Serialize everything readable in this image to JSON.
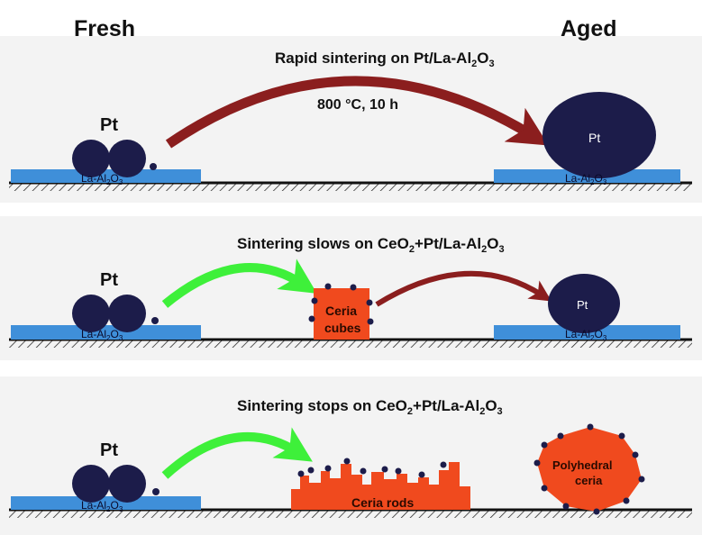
{
  "headers": {
    "fresh": "Fresh",
    "aged": "Aged"
  },
  "rows": [
    {
      "title_main": "Rapid sintering on Pt/La-Al",
      "title_sub": "2",
      "title_o": "O",
      "title_sub2": "3",
      "condition": "800 °C, 10 h",
      "pt_label": "Pt",
      "support_main": "La-Al",
      "support_sub": "2",
      "support_o": "O",
      "support_sub2": "3",
      "aged_particle_label": "Pt"
    },
    {
      "title_pre": "Sintering slows on CeO",
      "title_sub": "2",
      "title_post": "+Pt/La-Al",
      "title_sub2": "2",
      "title_o": "O",
      "title_sub3": "3",
      "pt_label": "Pt",
      "support_main": "La-Al",
      "support_sub": "2",
      "support_o": "O",
      "support_sub2": "3",
      "ceria_cubes_line1": "Ceria",
      "ceria_cubes_line2": "cubes",
      "aged_particle_label": "Pt"
    },
    {
      "title_pre": "Sintering stops on CeO",
      "title_sub": "2",
      "title_post": "+Pt/La-Al",
      "title_sub2": "2",
      "title_o": "O",
      "title_sub3": "3",
      "pt_label": "Pt",
      "support_main": "La-Al",
      "support_sub": "2",
      "support_o": "O",
      "support_sub2": "3",
      "ceria_rods": "Ceria rods",
      "polyhedral_line1": "Polyhedral",
      "polyhedral_line2": "ceria"
    }
  ],
  "colors": {
    "pt_particle": "#1c1c4a",
    "support": "#3f8fd9",
    "ceria": "#f04a1e",
    "sinter_arrow": "#8b1e1e",
    "green_arrow": "#3ef03a",
    "ground": "#1a1a1a"
  }
}
